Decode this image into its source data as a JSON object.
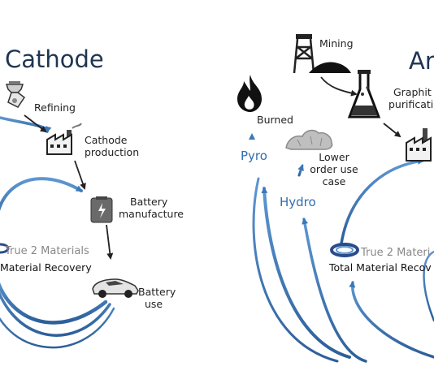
{
  "left": {
    "title": "Cathode",
    "refining": "Refining",
    "cathode_production": [
      "Cathode",
      "production"
    ],
    "battery_manufacture": [
      "Battery",
      "manufacture"
    ],
    "battery_use": [
      "Battery",
      "use"
    ],
    "true2_name": "True 2 Materials",
    "recovery": "Material Recovery"
  },
  "right": {
    "title": "Ar",
    "mining": "Mining",
    "graphite_purification": [
      "Graphit",
      "purificati"
    ],
    "burned": "Burned",
    "pyro": "Pyro",
    "hydro": "Hydro",
    "lower_order": [
      "Lower",
      "order use",
      "case"
    ],
    "true2_name": "True 2 Materi",
    "recovery": "Total Material Recov"
  },
  "colors": {
    "arrow_blue": "#3b78b8",
    "arrow_dark": "#222222",
    "title_navy": "#1f3550"
  },
  "icons": [
    "refining-icon",
    "factory-icon",
    "battery-icon",
    "car-icon",
    "mine-icon",
    "flask-icon",
    "fire-icon",
    "rocks-icon",
    "recycle-ring-icon"
  ]
}
